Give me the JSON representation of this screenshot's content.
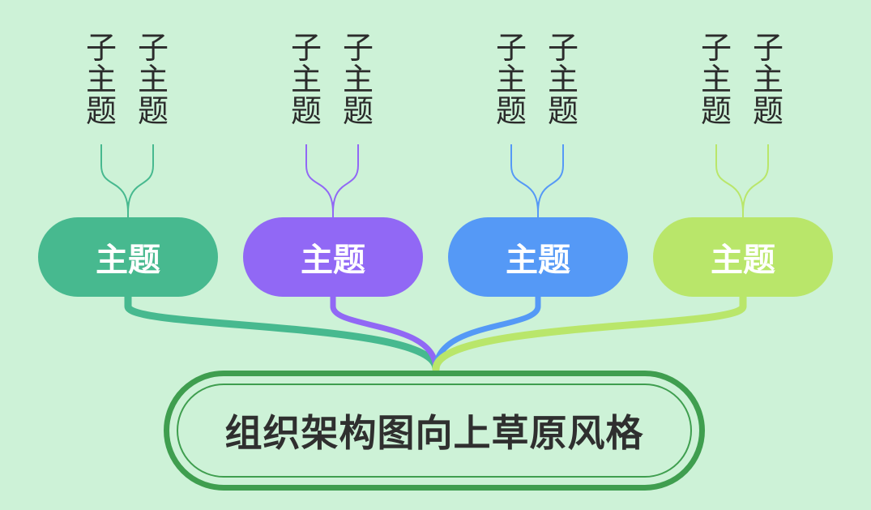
{
  "root": {
    "label": "组织架构图向上草原风格",
    "color": "#3f9e4f"
  },
  "topics": [
    {
      "label": "主题",
      "color": "#47b98f",
      "subtopics": [
        "子主题",
        "子主题"
      ]
    },
    {
      "label": "主题",
      "color": "#9168f5",
      "subtopics": [
        "子主题",
        "子主题"
      ]
    },
    {
      "label": "主题",
      "color": "#5599f6",
      "subtopics": [
        "子主题",
        "子主题"
      ]
    },
    {
      "label": "主题",
      "color": "#b9e66a",
      "subtopics": [
        "子主题",
        "子主题"
      ]
    }
  ]
}
